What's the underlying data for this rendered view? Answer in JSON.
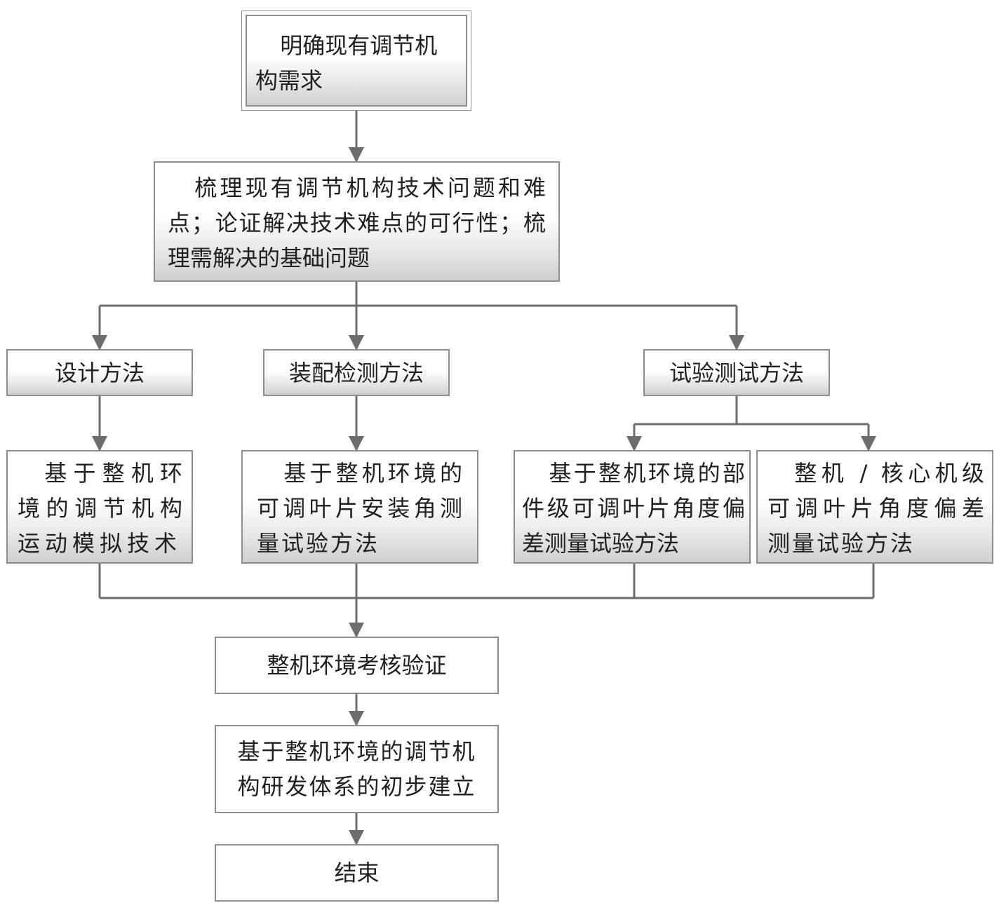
{
  "nodes": {
    "start": "明确现有调节机构需求",
    "analysis": "梳理现有调节机构技术问题和难点；论证解决技术难点的可行性；梳理需解决的基础问题",
    "method_design": "设计方法",
    "method_assembly": "装配检测方法",
    "method_test": "试验测试方法",
    "tech_motion": "基于整机环境的调节机构运动模拟技术",
    "tech_install_angle": "基于整机环境的可调叶片安装角测量试验方法",
    "tech_component_angle": "基于整机环境的部件级可调叶片角度偏差测量试验方法",
    "tech_core_angle": "整机 / 核心机级可调叶片角度偏差测量试验方法",
    "validation": "整机环境考核验证",
    "system": "基于整机环境的调节机构研发体系的初步建立",
    "end": "结束"
  },
  "colors": {
    "line": "#6d6d6d",
    "border": "#8d8d8d",
    "text": "#231f20"
  }
}
